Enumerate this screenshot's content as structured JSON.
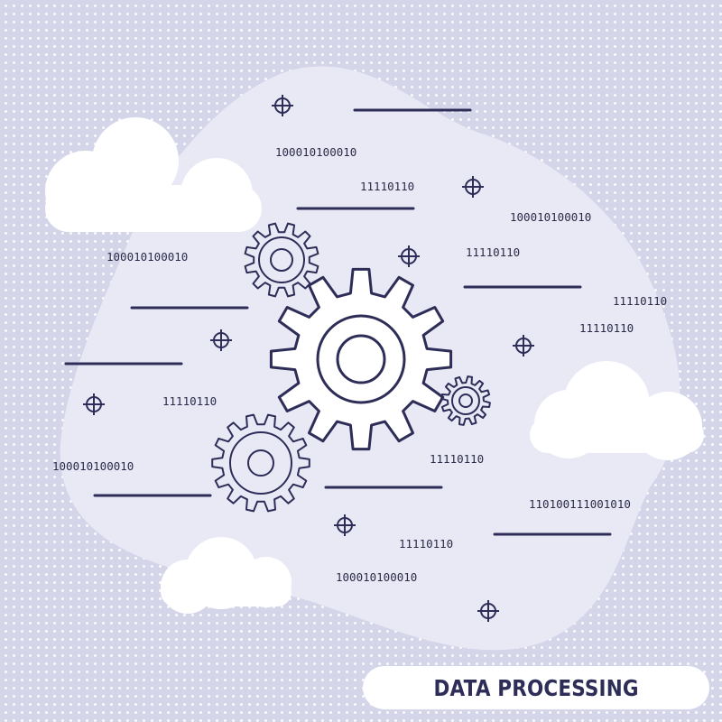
{
  "colors": {
    "background": "#d5d5ea",
    "blob": "#e9e9f6",
    "line": "#2d2d58",
    "cloud": "#ffffff"
  },
  "binary_labels": [
    "100010100010",
    "11110110",
    "100010100010",
    "100010100010",
    "11110110",
    "11110110",
    "11110110",
    "11110110",
    "100010100010",
    "11110110",
    "110100111001010",
    "11110110",
    "100010100010"
  ],
  "icons": [
    "cloud-icon",
    "gear-icon",
    "crosshair-icon"
  ],
  "title": "DATA PROCESSING"
}
